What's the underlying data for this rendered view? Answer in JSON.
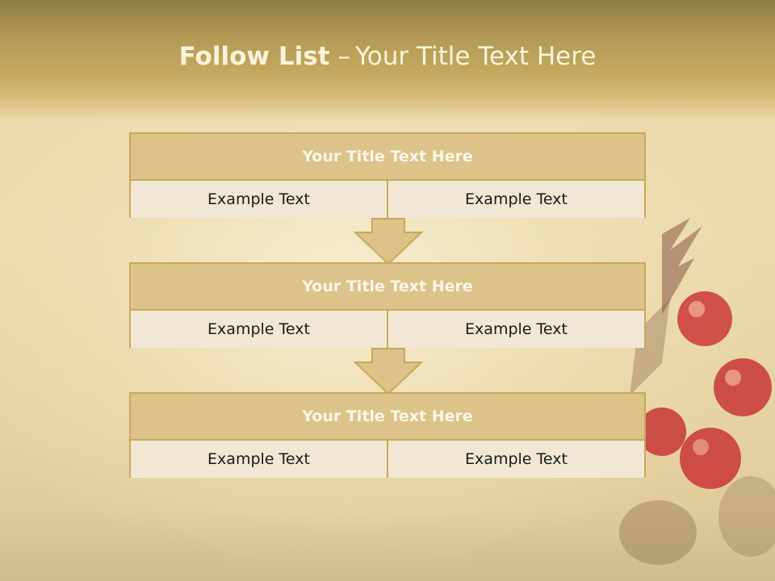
{
  "slide": {
    "title_bold": "Follow List",
    "title_sep": "–",
    "title_rest": "Your Title Text Here"
  },
  "steps": [
    {
      "title": "Your Title Text Here",
      "left": "Example Text",
      "right": "Example Text"
    },
    {
      "title": "Your Title Text Here",
      "left": "Example Text",
      "right": "Example Text"
    },
    {
      "title": "Your Title Text Here",
      "left": "Example Text",
      "right": "Example Text"
    }
  ],
  "colors": {
    "header_band": "#c6a95e",
    "card_header": "#dcc389",
    "card_border": "#c9a85a",
    "cell_fill": "#f1e7d4",
    "title_text": "#fbf3dc",
    "berry": "#c8202a"
  }
}
